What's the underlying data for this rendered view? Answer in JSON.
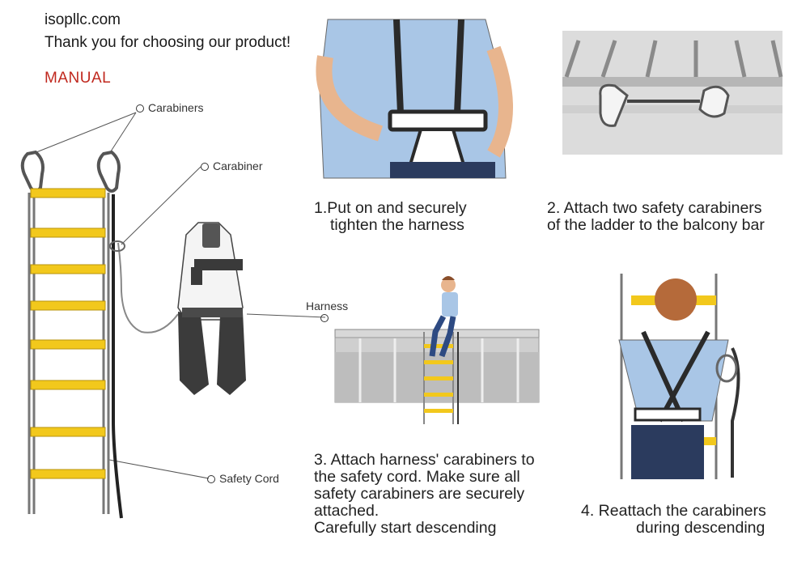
{
  "header": {
    "site": "isopllc.com",
    "thanks": "Thank you for choosing our product!",
    "manual": "MANUAL"
  },
  "labels": {
    "carabiners": "Carabiners",
    "carabiner": "Carabiner",
    "harness": "Harness",
    "safety_cord": "Safety Cord"
  },
  "steps": [
    {
      "lines": [
        "1.Put on and securely",
        "tighten the harness"
      ]
    },
    {
      "lines": [
        "2. Attach two safety carabiners",
        "of the ladder to the balcony bar"
      ]
    },
    {
      "lines": [
        "3. Attach harness' carabiners to",
        "the safety cord. Make sure all",
        "safety carabiners are securely",
        "attached.",
        "Carefully start descending"
      ]
    },
    {
      "lines": [
        "4. Reattach the carabiners",
        "during descending"
      ]
    }
  ],
  "colors": {
    "rung": "#f2c81c",
    "accent": "#c0281e",
    "cord": "#2a2a2a",
    "shirt": "#a9c6e6"
  },
  "icons": [
    "carabiner-icon",
    "ladder-illustration",
    "harness-illustration",
    "balcony-bar-illustration",
    "person-descending-illustration"
  ]
}
